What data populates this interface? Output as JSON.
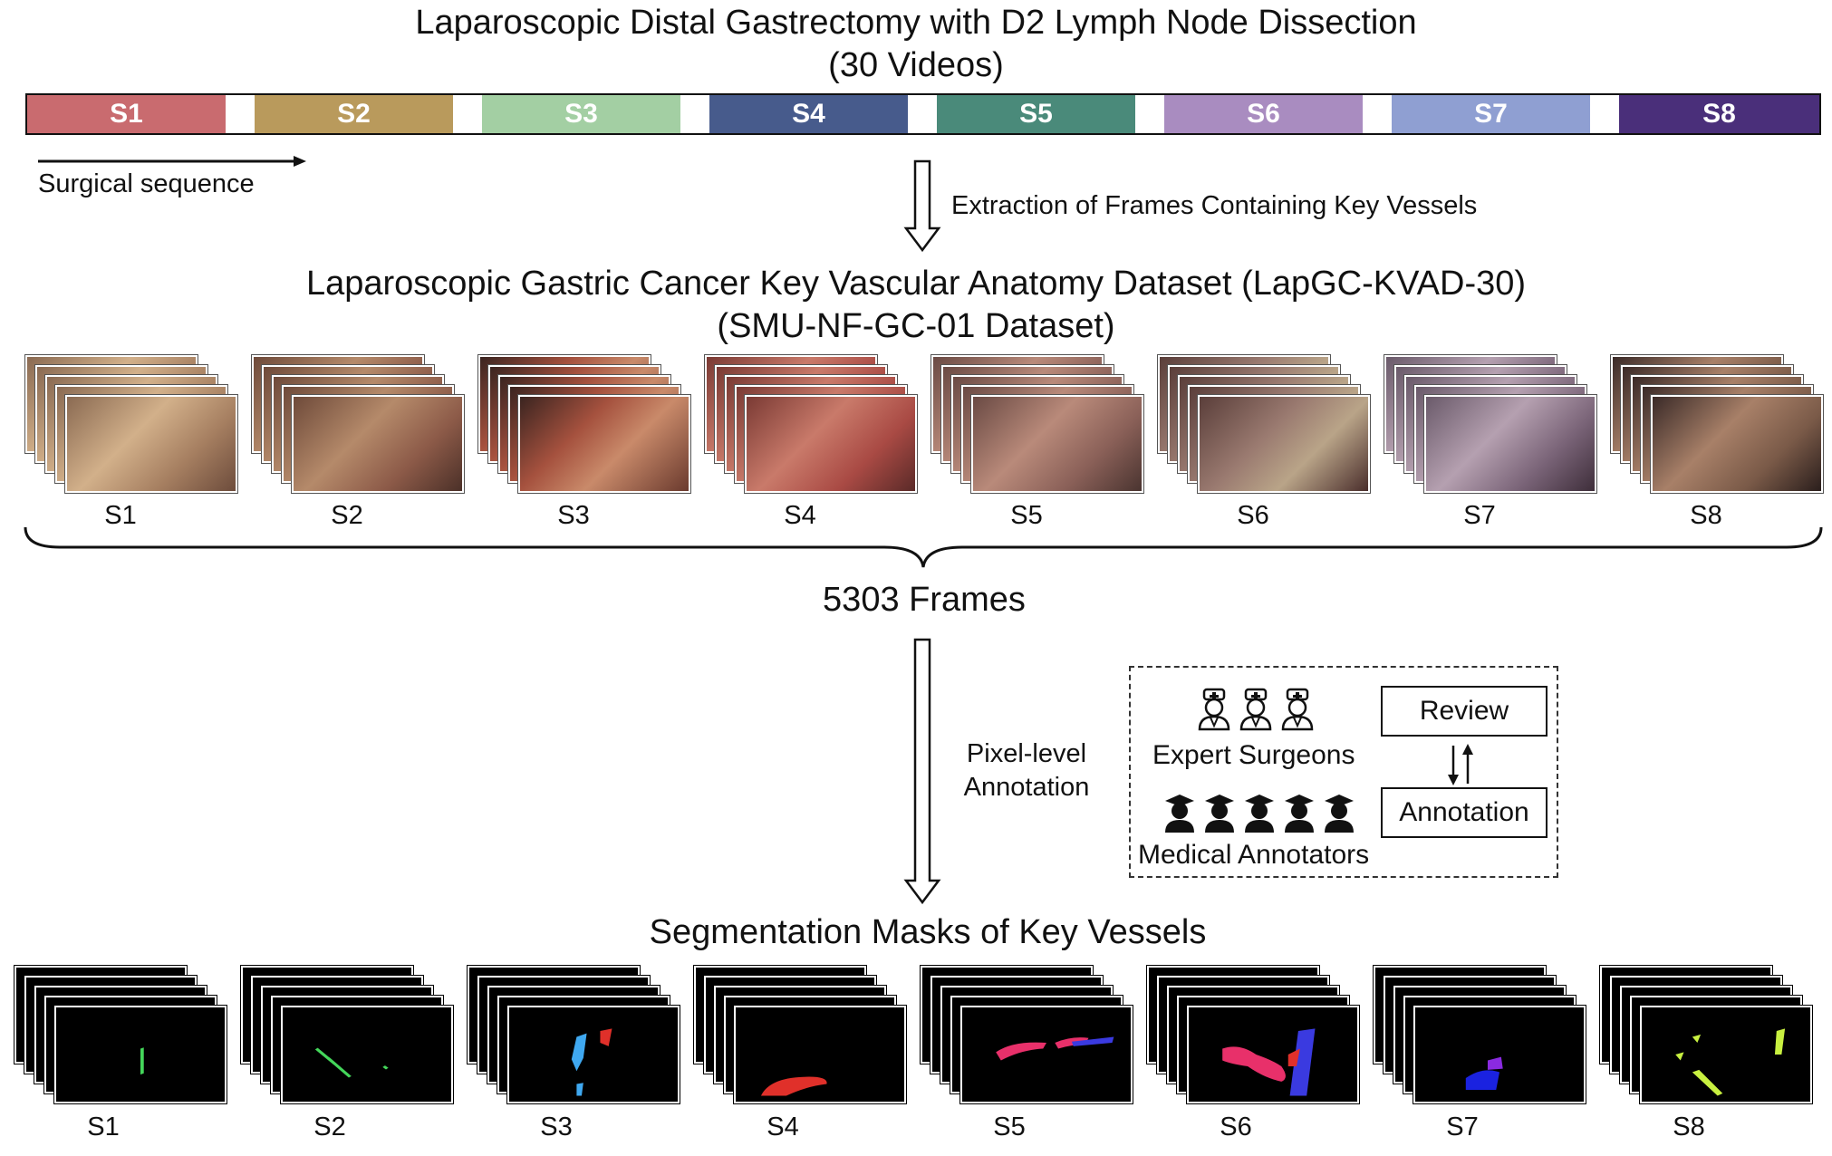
{
  "header": {
    "title_line1": "Laparoscopic Distal Gastrectomy with D2 Lymph Node Dissection",
    "title_line2": "(30 Videos)"
  },
  "phase_bar": {
    "segments": [
      {
        "label": "S1",
        "color": "#c96b6f"
      },
      {
        "label": "S2",
        "color": "#b99a5c"
      },
      {
        "label": "S3",
        "color": "#a3cfa3"
      },
      {
        "label": "S4",
        "color": "#475b8c"
      },
      {
        "label": "S5",
        "color": "#4a8a7a"
      },
      {
        "label": "S6",
        "color": "#a98cc0"
      },
      {
        "label": "S7",
        "color": "#8f9fd2"
      },
      {
        "label": "S8",
        "color": "#4a2f7a"
      }
    ]
  },
  "sequence_label": "Surgical sequence",
  "extraction_label": "Extraction of Frames Containing Key Vessels",
  "dataset": {
    "title_line1": "Laparoscopic Gastric Cancer Key Vascular Anatomy Dataset (LapGC-KVAD-30)",
    "title_line2": "(SMU-NF-GC-01 Dataset)"
  },
  "frame_labels": [
    "S1",
    "S2",
    "S3",
    "S4",
    "S5",
    "S6",
    "S7",
    "S8"
  ],
  "frames_count": "5303 Frames",
  "pixel_annotation": {
    "line1": "Pixel-level",
    "line2": "Annotation"
  },
  "annotation_panel": {
    "expert_label": "Expert Surgeons",
    "annotators_label": "Medical Annotators",
    "review_label": "Review",
    "annotation_label": "Annotation"
  },
  "masks": {
    "title": "Segmentation Masks of Key Vessels",
    "labels": [
      "S1",
      "S2",
      "S3",
      "S4",
      "S5",
      "S6",
      "S7",
      "S8"
    ]
  }
}
